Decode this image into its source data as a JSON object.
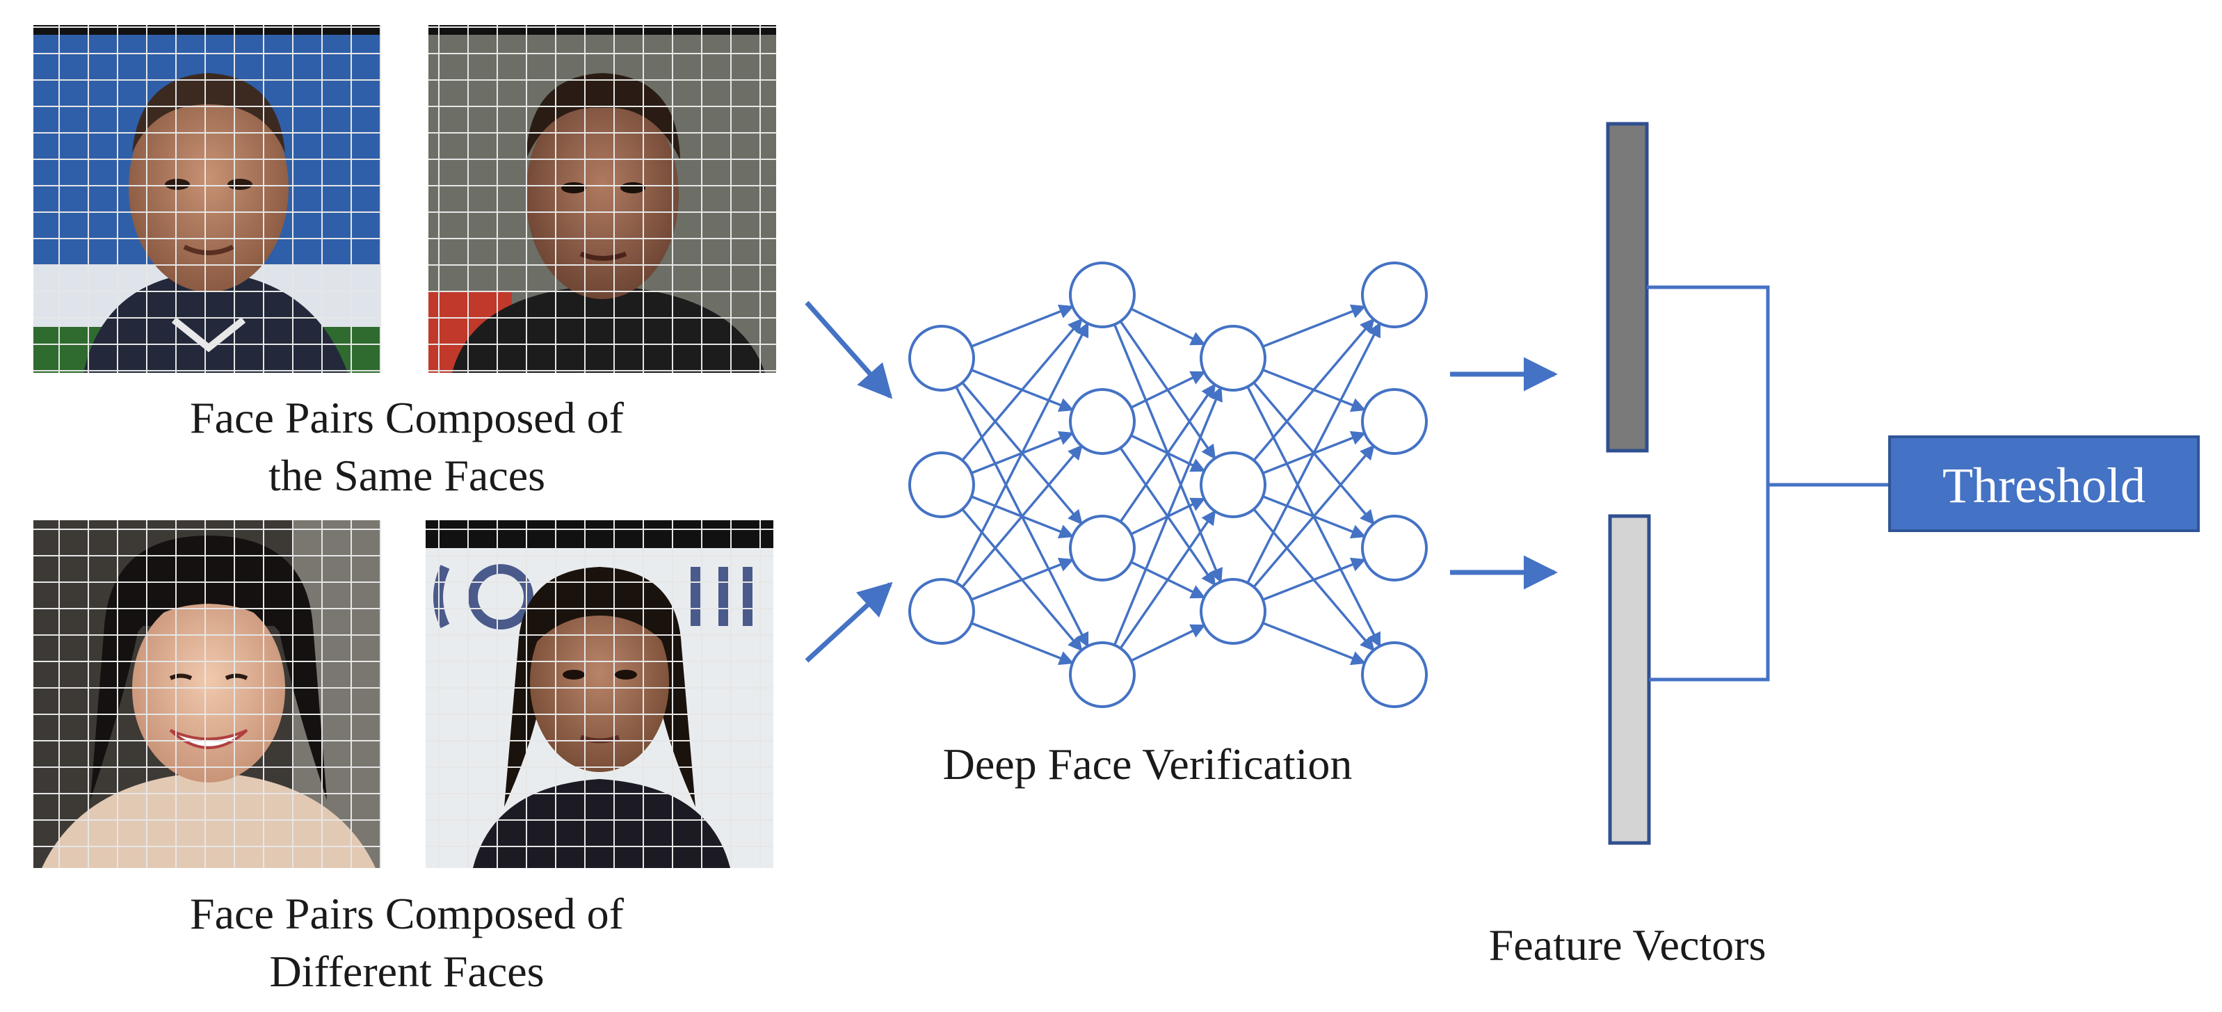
{
  "left_panel": {
    "same_caption_line1": "Face Pairs Composed of",
    "same_caption_line2": "the Same Faces",
    "different_caption_line1": "Face Pairs Composed of",
    "different_caption_line2": "Different Faces"
  },
  "network": {
    "caption": "Deep Face Verification",
    "layers": [
      3,
      4,
      3,
      4
    ]
  },
  "features": {
    "caption": "Feature Vectors",
    "top_vector_color": "#7a7a7a",
    "bottom_vector_color": "#d4d4d4"
  },
  "threshold": {
    "label": "Threshold"
  },
  "colors": {
    "accent": "#4472c4",
    "threshold_fill": "#4472c4",
    "grid_line": "#e6e6e6"
  },
  "icons": {
    "photo_1": "face-photo-man-blue-background",
    "photo_2": "face-photo-man-grey-background",
    "photo_3": "face-photo-smiling-woman",
    "photo_4": "face-photo-girl-hotel-background"
  }
}
